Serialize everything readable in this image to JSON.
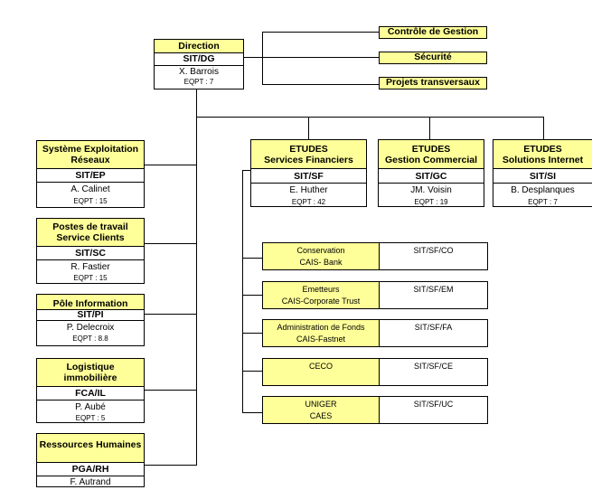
{
  "direction": {
    "title": "Direction",
    "code": "SIT/DG",
    "name": "X. Barrois",
    "eqpt": "EQPT : 7"
  },
  "staff": [
    {
      "label": "Contrôle de Gestion"
    },
    {
      "label": "Sécurité"
    },
    {
      "label": "Projets transversaux"
    }
  ],
  "left_units": [
    {
      "title": "Système Exploitation Réseaux",
      "code": "SIT/EP",
      "name": "A. Calinet",
      "eqpt": "EQPT : 15"
    },
    {
      "title": "Postes de travail Service Clients",
      "code": "SIT/SC",
      "name": "R. Fastier",
      "eqpt": "EQPT : 15"
    },
    {
      "title": "Pôle Information",
      "code": "SIT/PI",
      "name": "P. Delecroix",
      "eqpt": "EQPT : 8.8"
    },
    {
      "title": "Logistique immobilière",
      "code": "FCA/IL",
      "name": "P. Aubé",
      "eqpt": "EQPT : 5"
    },
    {
      "title": "Ressources Humaines",
      "code": "PGA/RH",
      "name": "F. Autrand",
      "eqpt": ""
    }
  ],
  "etudes": [
    {
      "title_line1": "ETUDES",
      "title_line2": "Services Financiers",
      "code": "SIT/SF",
      "name": "E. Huther",
      "eqpt": "EQPT : 42"
    },
    {
      "title_line1": "ETUDES",
      "title_line2": "Gestion Commercial",
      "code": "SIT/GC",
      "name": "JM. Voisin",
      "eqpt": "EQPT : 19"
    },
    {
      "title_line1": "ETUDES",
      "title_line2": "Solutions Internet",
      "code": "SIT/SI",
      "name": "B. Desplanques",
      "eqpt": "EQPT : 7"
    }
  ],
  "sf_subunits": [
    {
      "line1": "Conservation",
      "line2": "CAIS- Bank",
      "code": "SIT/SF/CO"
    },
    {
      "line1": "Emetteurs",
      "line2": "CAIS-Corporate Trust",
      "code": "SIT/SF/EM"
    },
    {
      "line1": "Administration de Fonds",
      "line2": "CAIS-Fastnet",
      "code": "SIT/SF/FA"
    },
    {
      "line1": "CECO",
      "line2": "",
      "code": "SIT/SF/CE"
    },
    {
      "line1": "UNIGER",
      "line2": "CAES",
      "code": "SIT/SF/UC"
    }
  ]
}
